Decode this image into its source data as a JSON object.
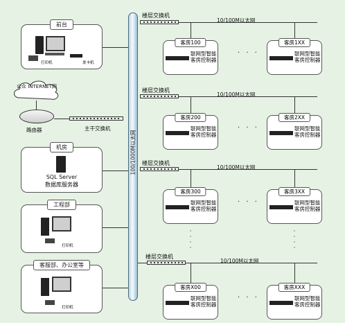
{
  "left": {
    "front_desk": {
      "title": "前台",
      "printer": "打印机",
      "card_reader": "发卡机"
    },
    "internet": "公众 INTERNET网",
    "router": "路由器",
    "main_switch": "主干交换机",
    "server_room": {
      "title": "机房",
      "line1": "SQL Server",
      "line2": "数据库服务器"
    },
    "engineering": {
      "title": "工程部",
      "printer": "打印机"
    },
    "service": {
      "title": "客服部、办公室等",
      "printer": "打印机"
    }
  },
  "backbone_label": "100/1000M以太网",
  "floors": [
    {
      "switch": "楼层交换机",
      "net": "10/100M以太网",
      "room_a": "客房100",
      "room_b": "客房1XX"
    },
    {
      "switch": "楼层交换机",
      "net": "10/100M以太网",
      "room_a": "客房200",
      "room_b": "客房2XX"
    },
    {
      "switch": "楼层交换机",
      "net": "10/100M以太网",
      "room_a": "客房300",
      "room_b": "客房3XX"
    },
    {
      "switch": "楼层交换机",
      "net": "10/100M以太网",
      "room_a": "客房X00",
      "room_b": "客房XXX"
    }
  ],
  "controller": {
    "line1": "联网型智能",
    "line2": "客房控制器"
  },
  "dots": "· · ·"
}
